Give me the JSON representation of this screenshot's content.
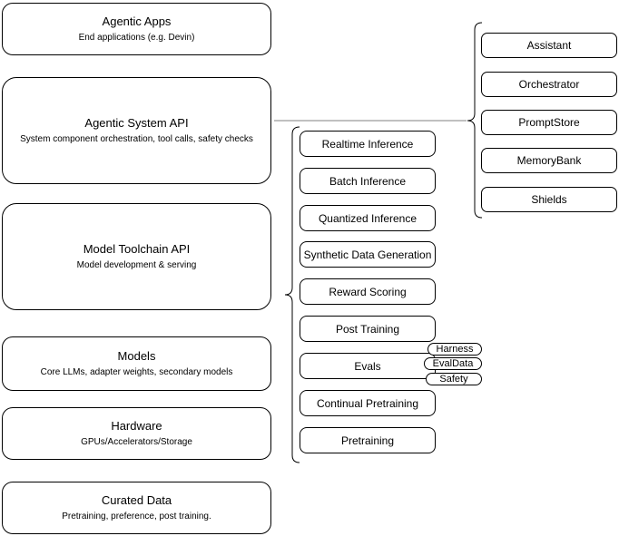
{
  "left_stack": [
    {
      "title": "Agentic Apps",
      "subtitle": "End applications (e.g. Devin)"
    },
    {
      "title": "Agentic System API",
      "subtitle": "System component orchestration, tool calls, safety checks"
    },
    {
      "title": "Model Toolchain API",
      "subtitle": "Model development & serving"
    },
    {
      "title": "Models",
      "subtitle": "Core LLMs, adapter weights, secondary models"
    },
    {
      "title": "Hardware",
      "subtitle": "GPUs/Accelerators/Storage"
    },
    {
      "title": "Curated Data",
      "subtitle": "Pretraining, preference, post training."
    }
  ],
  "toolchain": {
    "items": [
      "Realtime Inference",
      "Batch Inference",
      "Quantized Inference",
      "Synthetic Data Generation",
      "Reward Scoring",
      "Post Training",
      "Evals",
      "Continual Pretraining",
      "Pretraining"
    ]
  },
  "evals_tags": [
    "Harness",
    "EvalData",
    "Safety"
  ],
  "system_components": [
    "Assistant",
    "Orchestrator",
    "PromptStore",
    "MemoryBank",
    "Shields"
  ],
  "colors": {
    "stroke": "#000000",
    "connector": "#808080",
    "background": "#ffffff",
    "text": "#000000"
  }
}
